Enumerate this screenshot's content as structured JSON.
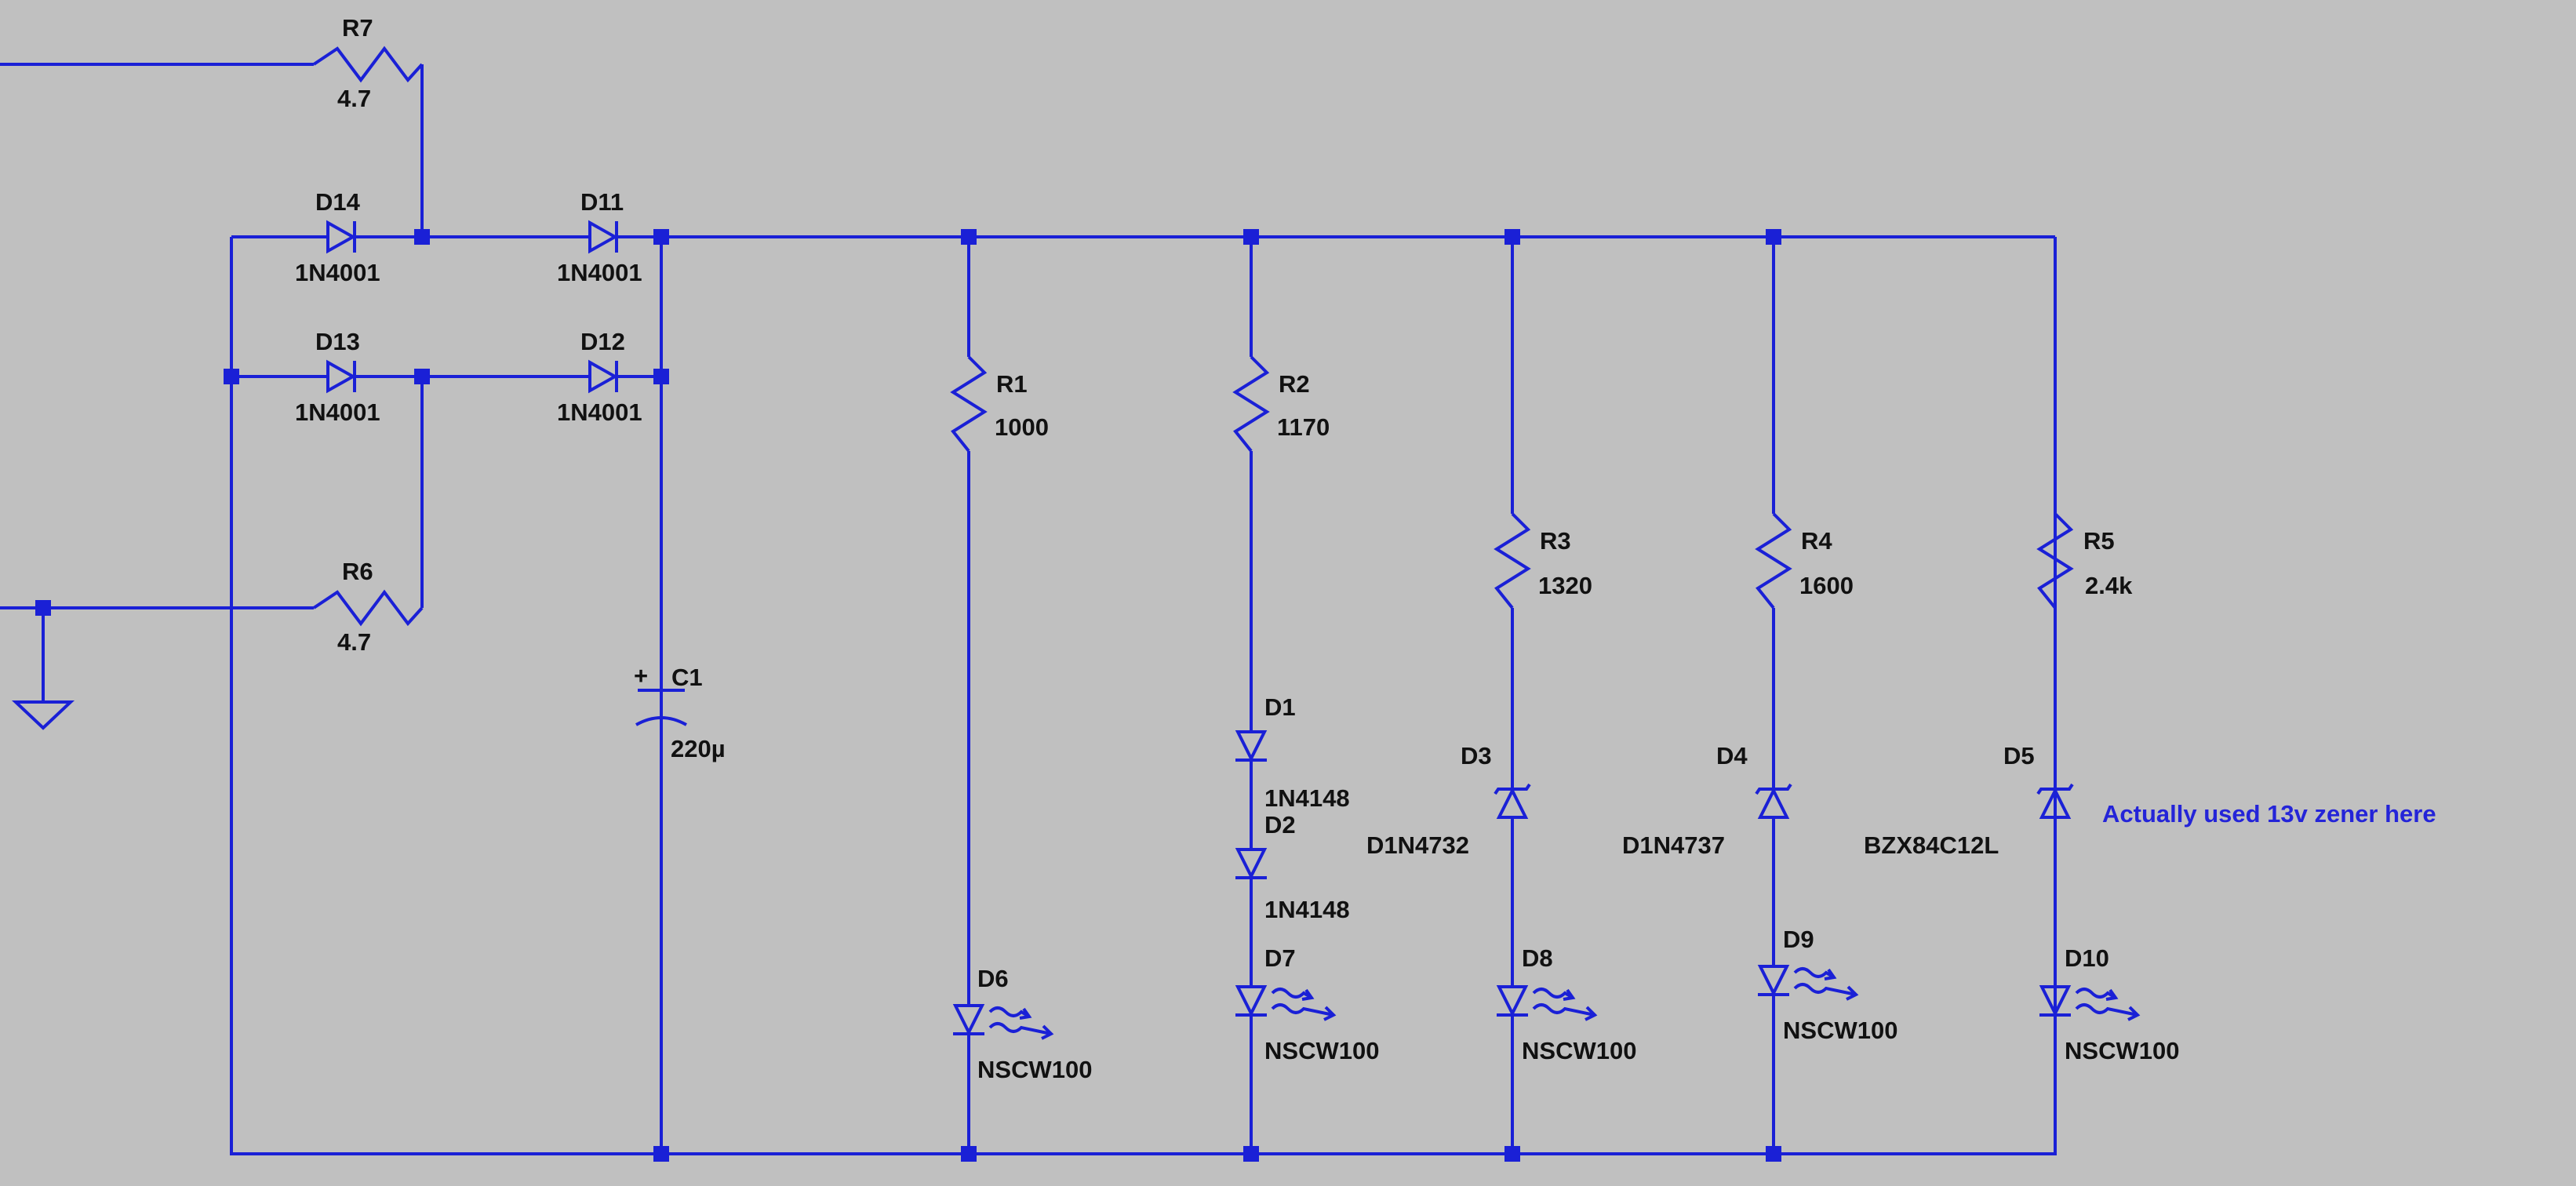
{
  "canvas": {
    "background": "#c0c0c0",
    "wire_color": "#1a20d6",
    "label_color": "#111111",
    "note_color": "#2424d8"
  },
  "resistors": [
    {
      "ref": "R7",
      "value": "4.7"
    },
    {
      "ref": "R6",
      "value": "4.7"
    },
    {
      "ref": "R1",
      "value": "1000"
    },
    {
      "ref": "R2",
      "value": "1170"
    },
    {
      "ref": "R3",
      "value": "1320"
    },
    {
      "ref": "R4",
      "value": "1600"
    },
    {
      "ref": "R5",
      "value": "2.4k"
    }
  ],
  "rectifier_diodes": [
    {
      "ref": "D14",
      "part": "1N4001"
    },
    {
      "ref": "D11",
      "part": "1N4001"
    },
    {
      "ref": "D13",
      "part": "1N4001"
    },
    {
      "ref": "D12",
      "part": "1N4001"
    }
  ],
  "capacitor": {
    "ref": "C1",
    "value": "220µ",
    "polarity_mark": "+"
  },
  "signal_diodes": [
    {
      "ref": "D1",
      "part": "1N4148"
    },
    {
      "ref": "D2",
      "part": "1N4148"
    }
  ],
  "zener_diodes": [
    {
      "ref": "D3",
      "part": "D1N4732"
    },
    {
      "ref": "D4",
      "part": "D1N4737"
    },
    {
      "ref": "D5",
      "part": "BZX84C12L"
    }
  ],
  "leds": [
    {
      "ref": "D6",
      "part": "NSCW100"
    },
    {
      "ref": "D7",
      "part": "NSCW100"
    },
    {
      "ref": "D8",
      "part": "NSCW100"
    },
    {
      "ref": "D9",
      "part": "NSCW100"
    },
    {
      "ref": "D10",
      "part": "NSCW100"
    }
  ],
  "annotation": "Actually used 13v zener here",
  "ground_symbol": "ground-icon"
}
